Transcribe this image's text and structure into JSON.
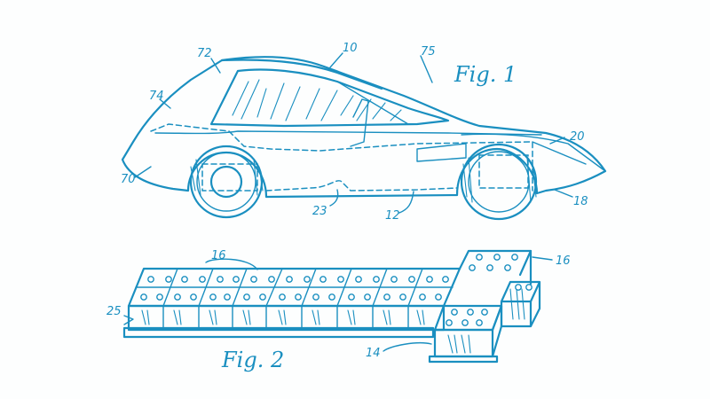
{
  "figures": {
    "fig1": "Fig. 1",
    "fig2": "Fig. 2"
  },
  "reference_numerals": {
    "car_72": "72",
    "car_10": "10",
    "car_75": "75",
    "car_74": "74",
    "car_20": "20",
    "car_70": "70",
    "car_18": "18",
    "car_23": "23",
    "car_12": "12",
    "battery_16_left": "16",
    "battery_16_right": "16",
    "battery_25": "25",
    "battery_14": "14"
  },
  "colors": {
    "ink": "#1a8fc0",
    "paper": "#fdfefe"
  }
}
